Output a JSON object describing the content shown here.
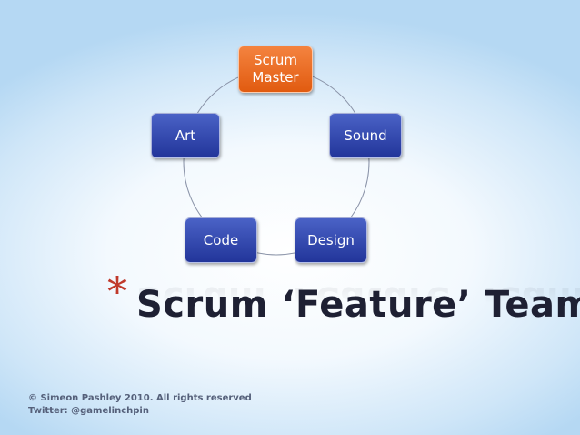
{
  "diagram": {
    "nodes": [
      {
        "id": "scrum-master",
        "label": "Scrum\nMaster",
        "color": "#e8691f"
      },
      {
        "id": "sound",
        "label": "Sound",
        "color": "#2b3fa6"
      },
      {
        "id": "design",
        "label": "Design",
        "color": "#2b3fa6"
      },
      {
        "id": "code",
        "label": "Code",
        "color": "#2b3fa6"
      },
      {
        "id": "art",
        "label": "Art",
        "color": "#2b3fa6"
      }
    ]
  },
  "title": {
    "bullet": "*",
    "text": "Scrum ‘Feature’ Team"
  },
  "footer": {
    "copyright": "© Simeon Pashley 2010. All rights reserved",
    "twitter": "Twitter: @gamelinchpin"
  }
}
